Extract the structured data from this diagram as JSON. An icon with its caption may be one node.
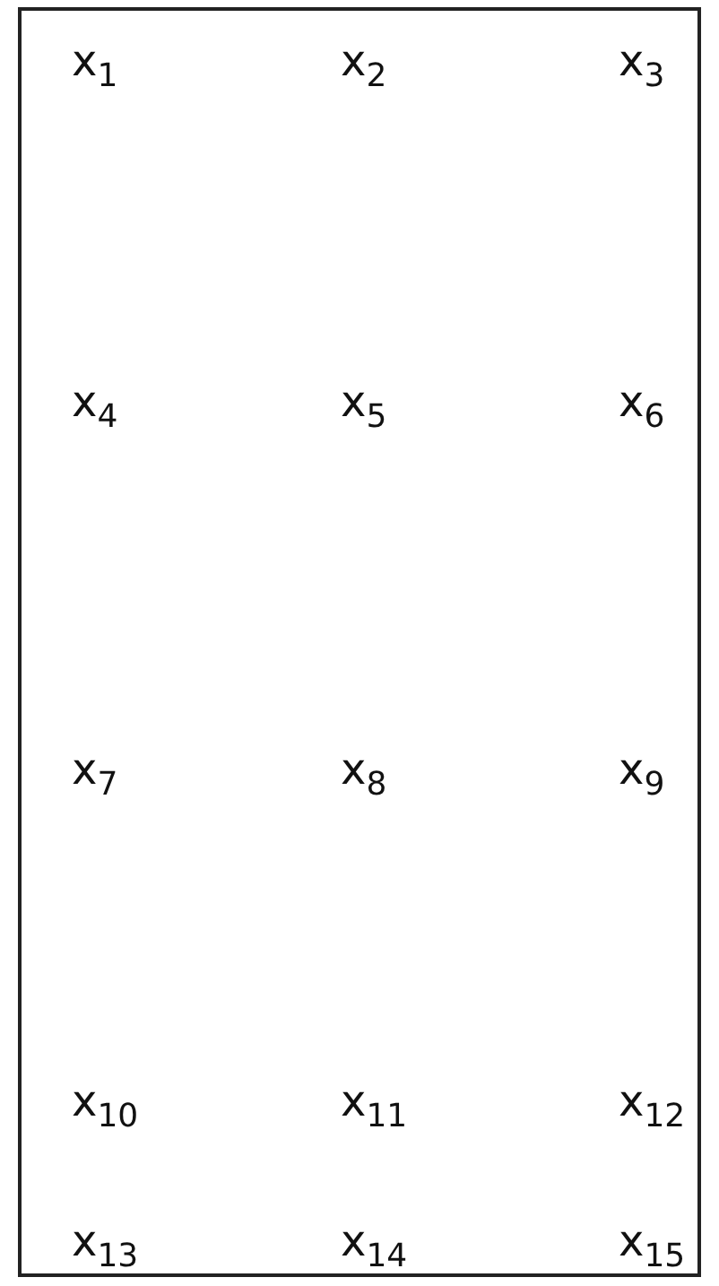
{
  "diagram": {
    "labels": [
      "x$_{1}$",
      "x$_{2}$",
      "x$_{3}$",
      "x$_{4}$",
      "x$_{5}$",
      "x$_{6}$",
      "x$_{7}$",
      "x$_{8}$",
      "x$_{9}$",
      "x$_{10}$",
      "x$_{11}$",
      "x$_{12}$",
      "x$_{13}$",
      "x$_{14}$",
      "x$_{15}$"
    ]
  }
}
